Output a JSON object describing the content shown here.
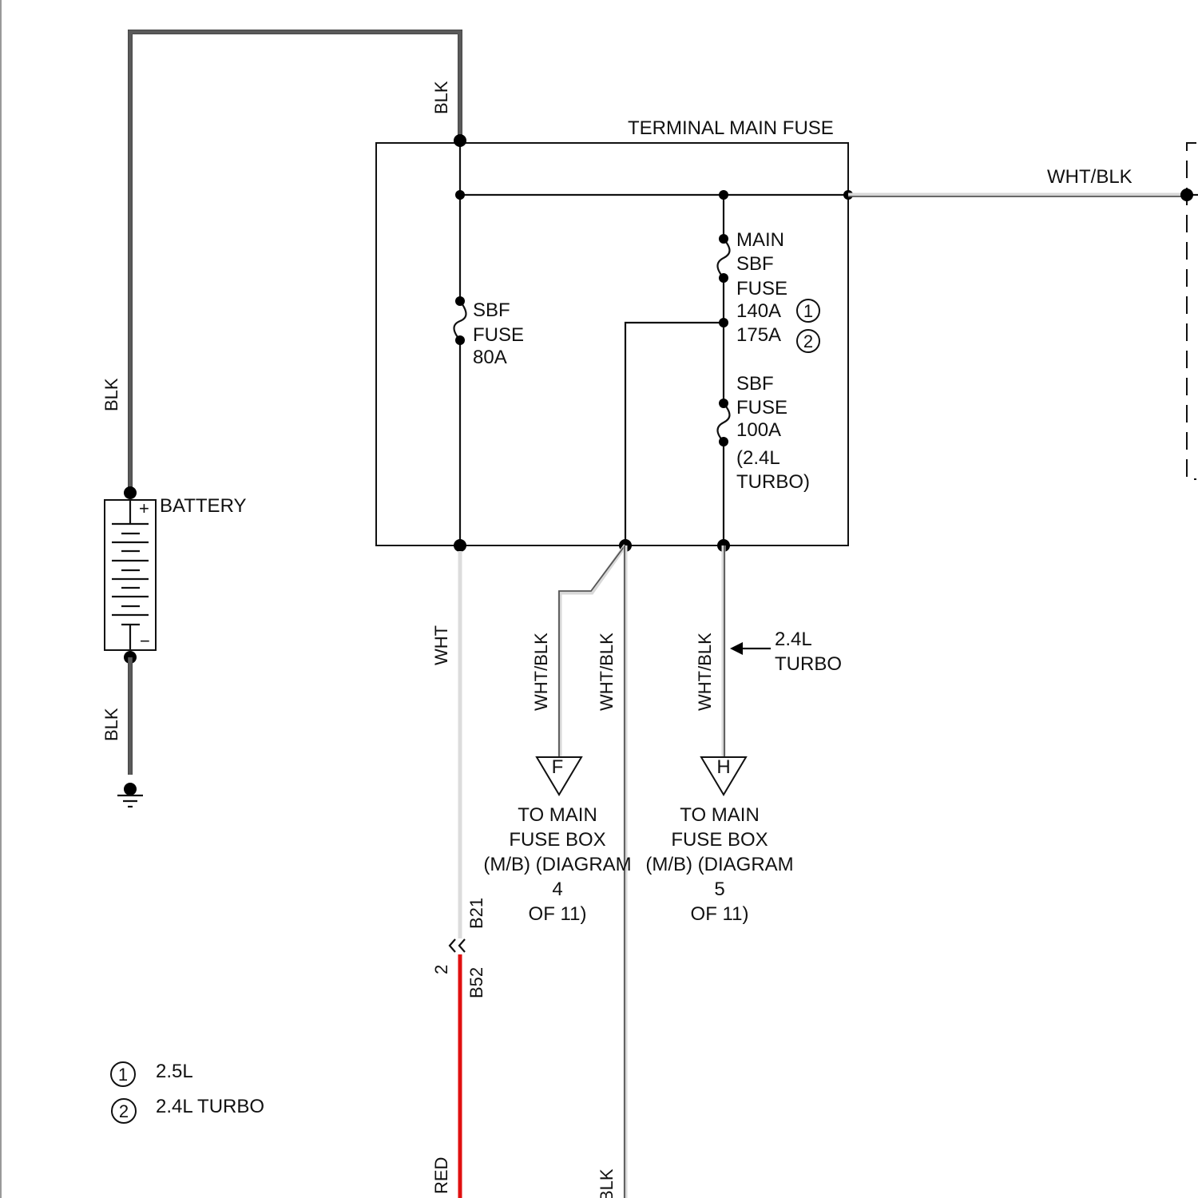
{
  "diagram": {
    "component_box_title": "TERMINAL MAIN FUSE",
    "battery": {
      "label": "BATTERY",
      "plus": "+",
      "minus": "−"
    },
    "wires": {
      "battery_pos_left": "BLK",
      "battery_top": "BLK",
      "battery_neg": "BLK",
      "output_right": "WHT/BLK",
      "output_wht": "WHT",
      "output_f": "WHT/BLK",
      "output_mid": "WHT/BLK",
      "output_h": "WHT/BLK",
      "red_lower": "RED",
      "blk_lower": "BLK"
    },
    "fuses": {
      "sbf_80": [
        "SBF",
        "FUSE",
        "80A"
      ],
      "main_sbf": [
        "MAIN",
        "SBF",
        "FUSE",
        "140A",
        "175A"
      ],
      "main_sbf_markers": [
        "1",
        "2"
      ],
      "sbf_100": [
        "SBF",
        "FUSE",
        "100A",
        "(2.4L",
        "TURBO)"
      ]
    },
    "turbo_note": [
      "2.4L",
      "TURBO"
    ],
    "connectors": {
      "f": {
        "letter": "F",
        "text": [
          "TO MAIN",
          "FUSE BOX",
          "(M/B) (DIAGRAM",
          "4",
          "OF 11)"
        ]
      },
      "h": {
        "letter": "H",
        "text": [
          "TO MAIN",
          "FUSE BOX",
          "(M/B) (DIAGRAM",
          "5",
          "OF 11)"
        ]
      }
    },
    "inline_connector": {
      "pin": "2",
      "upper": "B21",
      "lower": "B52"
    },
    "legend": [
      {
        "marker": "1",
        "text": "2.5L"
      },
      {
        "marker": "2",
        "text": "2.4L TURBO"
      }
    ],
    "colors": {
      "blk_wire": "#5a5a5a",
      "wht_wire": "#dcdcdc",
      "red_wire": "#e01010",
      "line": "#111111"
    }
  }
}
